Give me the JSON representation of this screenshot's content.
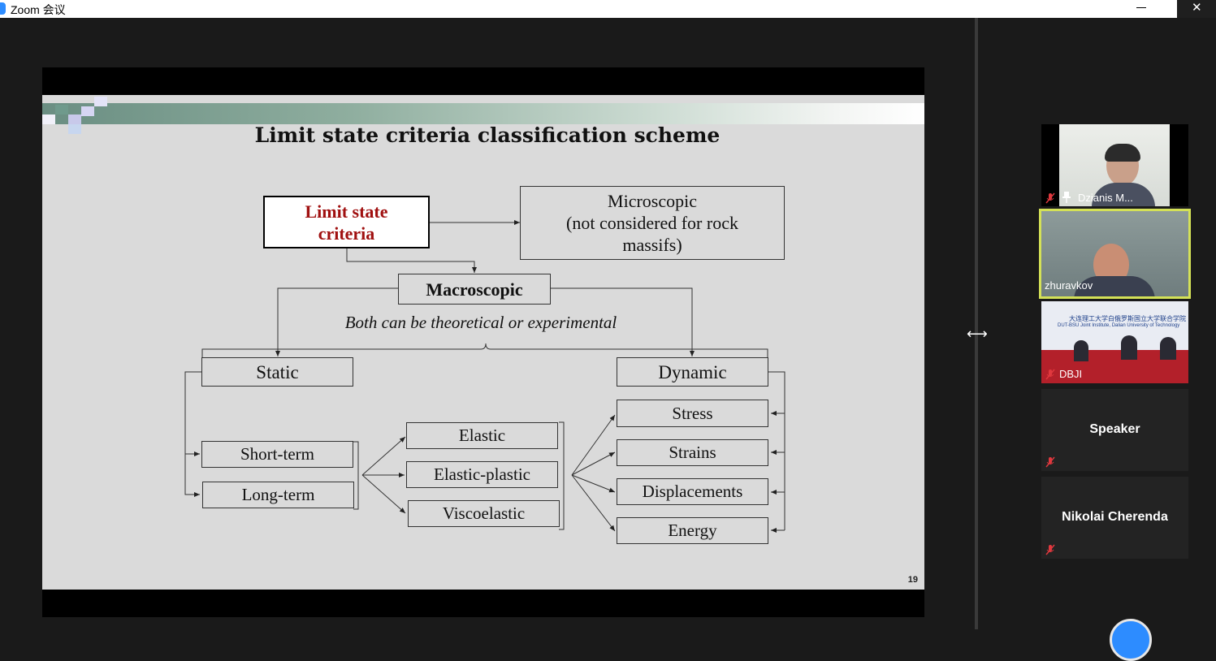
{
  "window": {
    "title": "Zoom 会议",
    "close_glyph": "✕"
  },
  "slide": {
    "title": "Limit state criteria classification scheme",
    "page_number": "19",
    "note": "Both can be theoretical or experimental",
    "boxes": {
      "root_line1": "Limit state",
      "root_line2": "criteria",
      "micro_line1": "Microscopic",
      "micro_line2": "(not considered for rock",
      "micro_line3": "massifs)",
      "macro": "Macroscopic",
      "static": "Static",
      "dynamic": "Dynamic",
      "short_term": "Short-term",
      "long_term": "Long-term",
      "elastic": "Elastic",
      "elastic_plastic": "Elastic-plastic",
      "viscoelastic": "Viscoelastic",
      "stress": "Stress",
      "strains": "Strains",
      "displacements": "Displacements",
      "energy": "Energy"
    }
  },
  "participants": [
    {
      "name": "Dzianis M...",
      "muted": true,
      "pinned": true,
      "video": true
    },
    {
      "name": "zhuravkov",
      "muted": false,
      "active_speaker": true,
      "video": true
    },
    {
      "name": "DBJI",
      "muted": true,
      "video": true
    },
    {
      "name": "Speaker",
      "muted": true,
      "video": false
    },
    {
      "name": "Nikolai Cherenda",
      "muted": true,
      "video": false
    }
  ],
  "banner_text": {
    "line1": "大连理工大学白俄罗斯国立大学联合学院",
    "line2": "DUT-BSU Joint Institute, Dalian University of Technology"
  },
  "colors": {
    "accent_active": "#d4e157",
    "mute_red": "#e0383e",
    "root_text": "#a01010"
  }
}
